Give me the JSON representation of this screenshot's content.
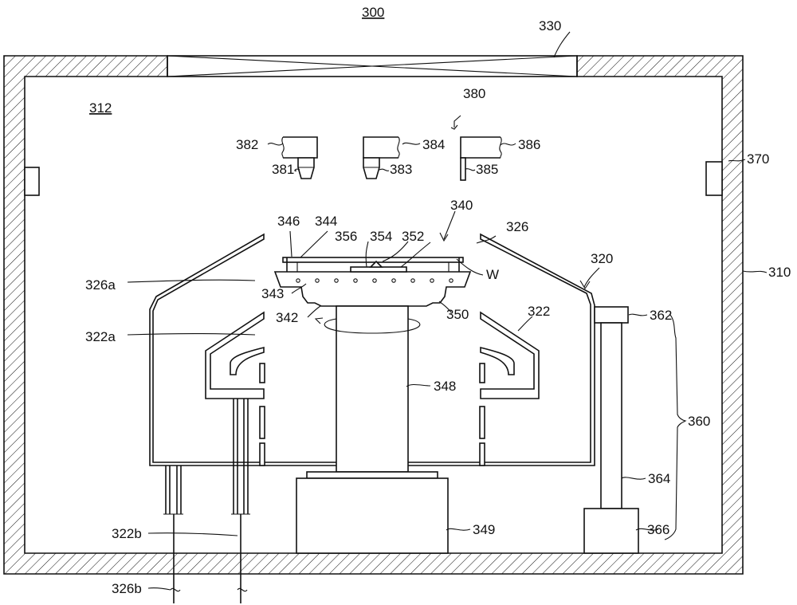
{
  "figure": {
    "labels": {
      "l300": "300",
      "l330": "330",
      "l312": "312",
      "l380": "380",
      "l382": "382",
      "l384": "384",
      "l386": "386",
      "l381": "381",
      "l383": "383",
      "l385": "385",
      "l370": "370",
      "l340": "340",
      "l346": "346",
      "l344": "344",
      "l326": "326",
      "l356": "356",
      "l354": "354",
      "l352": "352",
      "l320": "320",
      "lW": "W",
      "l310": "310",
      "l326a": "326a",
      "l343": "343",
      "l350": "350",
      "l342": "342",
      "l322": "322",
      "l362": "362",
      "l322a": "322a",
      "l348": "348",
      "l360": "360",
      "l364": "364",
      "l322b": "322b",
      "l349": "349",
      "l366": "366",
      "l326b": "326b"
    }
  }
}
